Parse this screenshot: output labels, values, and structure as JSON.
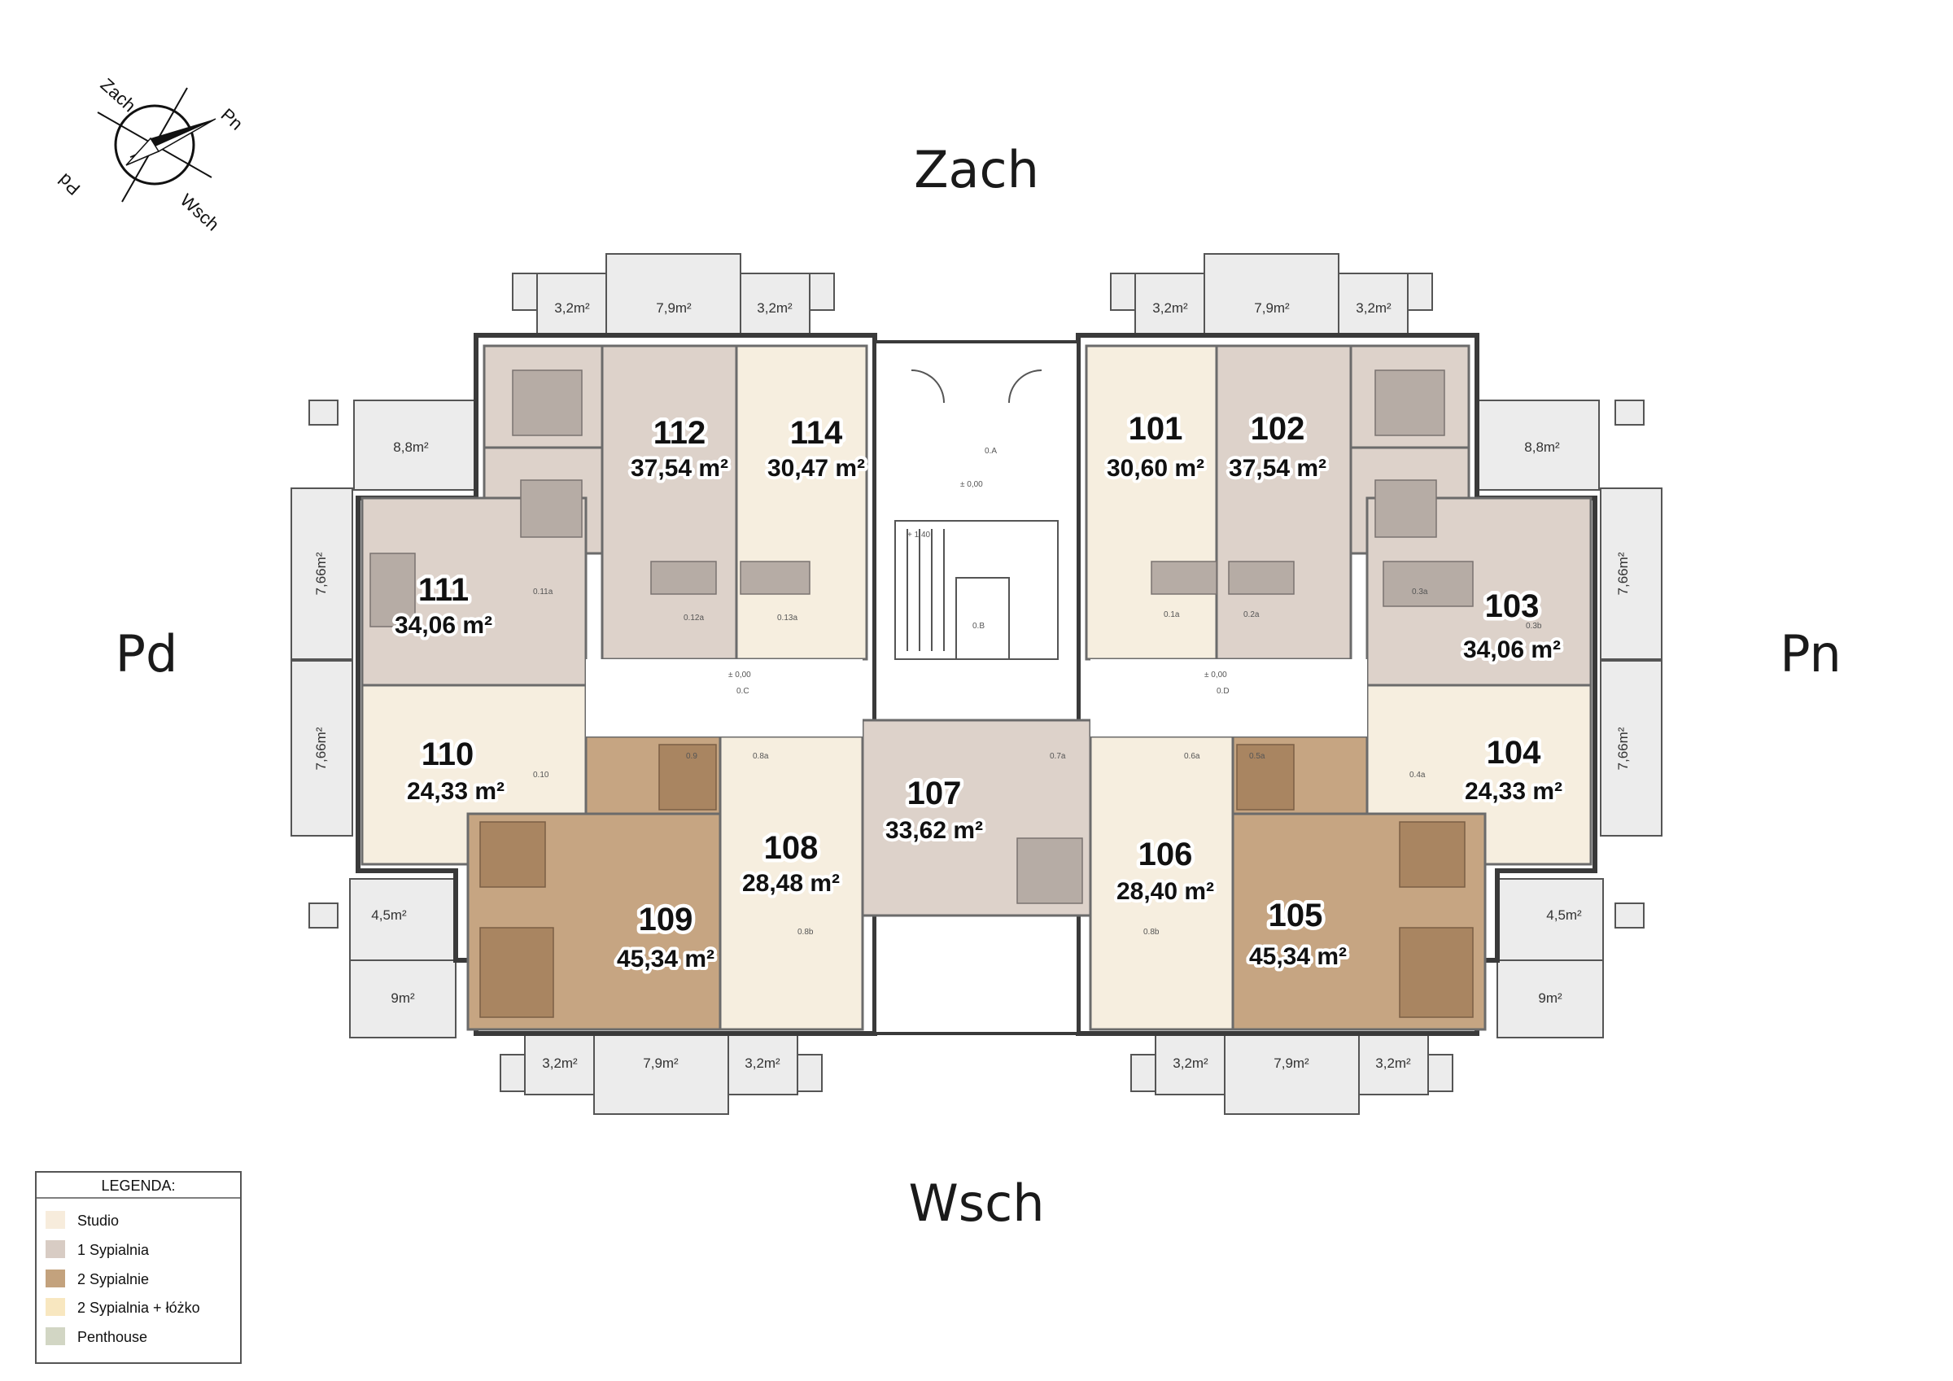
{
  "directions": {
    "north_top": "Zach",
    "bottom": "Wsch",
    "left": "Pd",
    "right": "Pn"
  },
  "compass": {
    "n": "Zach",
    "e": "Pn",
    "s": "Wsch",
    "w": "Pd"
  },
  "terraces": {
    "t1": "3,2m²",
    "t2": "7,9m²",
    "t3": "3,2m²",
    "t4": "3,2m²",
    "t5": "7,9m²",
    "t6": "3,2m²",
    "t7": "3,2m²",
    "t8": "7,9m²",
    "t9": "3,2m²",
    "t10": "3,2m²",
    "t11": "7,9m²",
    "t12": "3,2m²",
    "l1": "8,8m²",
    "l2": "7,66m²",
    "l3": "7,66m²",
    "l4": "4,5m²",
    "l5": "9m²",
    "r1": "8,8m²",
    "r2": "7,66m²",
    "r3": "7,66m²",
    "r4": "4,5m²",
    "r5": "9m²"
  },
  "apartments": {
    "a112": {
      "num": "112",
      "area": "37,54 m²"
    },
    "a114": {
      "num": "114",
      "area": "30,47 m²"
    },
    "a101": {
      "num": "101",
      "area": "30,60 m²"
    },
    "a102": {
      "num": "102",
      "area": "37,54 m²"
    },
    "a111": {
      "num": "111",
      "area": "34,06 m²"
    },
    "a103": {
      "num": "103",
      "area": "34,06 m²"
    },
    "a110": {
      "num": "110",
      "area": "24,33 m²"
    },
    "a104": {
      "num": "104",
      "area": "24,33 m²"
    },
    "a107": {
      "num": "107",
      "area": "33,62 m²"
    },
    "a108": {
      "num": "108",
      "area": "28,48 m²"
    },
    "a106": {
      "num": "106",
      "area": "28,40 m²"
    },
    "a109": {
      "num": "109",
      "area": "45,34 m²"
    },
    "a105": {
      "num": "105",
      "area": "45,34 m²"
    }
  },
  "room_codes": {
    "oa": "0.A",
    "ob": "0.B",
    "oc": "0.C",
    "od": "0.D",
    "r11a": "0.11a",
    "r12a": "0.12a",
    "r13a": "0.13a",
    "r1a": "0.1a",
    "r2a": "0.2a",
    "r3a": "0.3a",
    "r3b": "0.3b",
    "r10": "0.10",
    "r4a": "0.4a",
    "r9": "0.9",
    "r8a": "0.8a",
    "r8b": "0.8b",
    "r7a": "0.7a",
    "r6a": "0.6a",
    "r5a": "0.5a",
    "r6b": "0.8b"
  },
  "level_marks": {
    "m1": "± 0,00",
    "m2": "+ 1,40",
    "m3": "± 0,00",
    "m4": "± 0,00"
  },
  "legend": {
    "title": "LEGENDA:",
    "items": [
      {
        "label": "Studio",
        "color": "#f7ecdc"
      },
      {
        "label": "1 Sypialnia",
        "color": "#d8ccc4"
      },
      {
        "label": "2 Sypialnie",
        "color": "#c3a27d"
      },
      {
        "label": "2 Sypialnia + łóżko",
        "color": "#f8e7c0"
      },
      {
        "label": "Penthouse",
        "color": "#d2d6c4"
      }
    ]
  },
  "colors": {
    "studio": "#f6eedf",
    "one_bed": "#ddd2ca",
    "two_bed": "#c6a582",
    "terrace": "#e9e9e9",
    "wall": "#3a3a3a"
  }
}
